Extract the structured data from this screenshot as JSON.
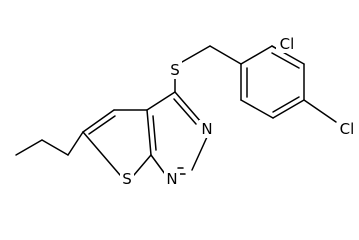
{
  "structure": {
    "atoms": [
      {
        "id": "cl_top",
        "label": "Cl"
      },
      {
        "id": "s_thioether",
        "label": "S"
      },
      {
        "id": "cl_right",
        "label": "Cl"
      },
      {
        "id": "n_top",
        "label": "N"
      },
      {
        "id": "s_thiophene",
        "label": "S"
      },
      {
        "id": "n_bottom",
        "label": "N"
      }
    ]
  },
  "colors": {
    "bond": "#000000",
    "label": "#000000",
    "background": "#ffffff"
  }
}
